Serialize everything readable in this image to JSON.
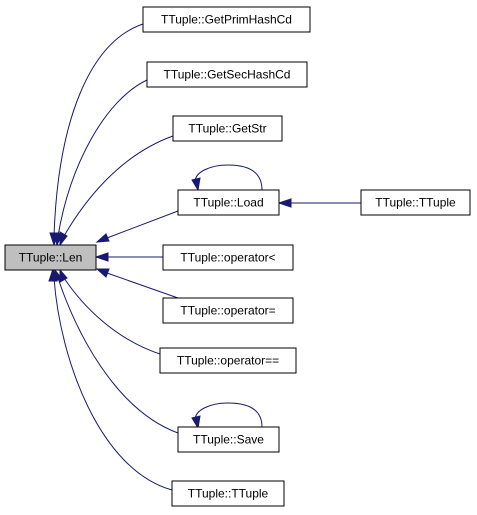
{
  "diagram": {
    "root": "TTuple::Len",
    "callers": [
      "TTuple::GetPrimHashCd",
      "TTuple::GetSecHashCd",
      "TTuple::GetStr",
      "TTuple::Load",
      "TTuple::operator<",
      "TTuple::operator=",
      "TTuple::operator==",
      "TTuple::Save",
      "TTuple::TTuple"
    ],
    "secondary_caller": "TTuple::TTuple"
  },
  "colors": {
    "edge": "#191970",
    "root_fill": "#bfbfbf",
    "node_fill": "#ffffff",
    "node_border": "#000000"
  }
}
